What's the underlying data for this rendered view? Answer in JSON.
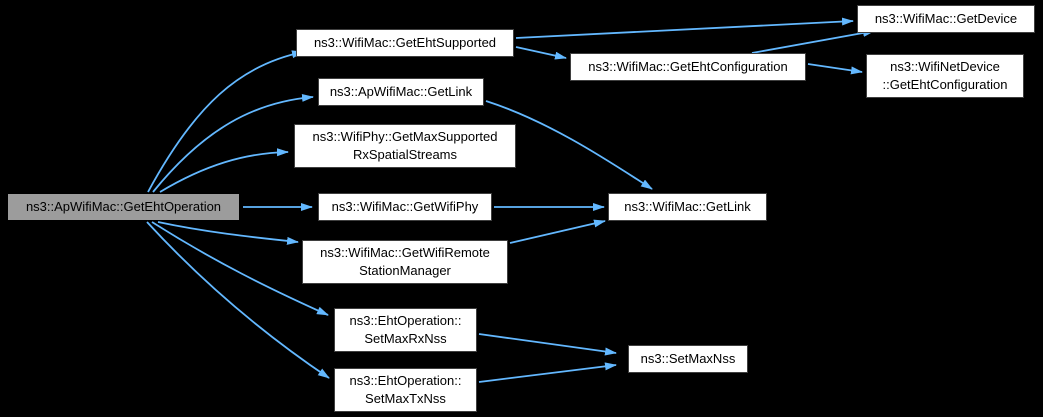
{
  "colors": {
    "background": "#000000",
    "edge": "#63B8FF",
    "node_fill": "#FFFFFF",
    "node_border": "#3F3F3F",
    "main_node_fill": "#9C9C9C",
    "main_node_border": "#000000",
    "text": "#000000"
  },
  "graph": {
    "type": "call-graph",
    "root": "ns3::ApWifiMac::GetEhtOperation",
    "nodes": {
      "getEhtOperation": {
        "label": "ns3::ApWifiMac::GetEhtOperation"
      },
      "getEhtSupported": {
        "label": "ns3::WifiMac::GetEhtSupported"
      },
      "apGetLink": {
        "label": "ns3::ApWifiMac::GetLink"
      },
      "getMaxSupportedRxSpatialStreams": {
        "label": "ns3::WifiPhy::GetMaxSupported\nRxSpatialStreams"
      },
      "getWifiPhy": {
        "label": "ns3::WifiMac::GetWifiPhy"
      },
      "getWifiRemoteStationManager": {
        "label": "ns3::WifiMac::GetWifiRemote\nStationManager"
      },
      "setMaxRxNss": {
        "label": "ns3::EhtOperation::\nSetMaxRxNss"
      },
      "setMaxTxNss": {
        "label": "ns3::EhtOperation::\nSetMaxTxNss"
      },
      "getDevice": {
        "label": "ns3::WifiMac::GetDevice"
      },
      "getEhtConfiguration": {
        "label": "ns3::WifiMac::GetEhtConfiguration"
      },
      "netDeviceGetEhtConfiguration": {
        "label": "ns3::WifiNetDevice\n::GetEhtConfiguration"
      },
      "wifiMacGetLink": {
        "label": "ns3::WifiMac::GetLink"
      },
      "setMaxNss": {
        "label": "ns3::SetMaxNss"
      }
    },
    "edges": [
      {
        "from": "getEhtOperation",
        "to": "getEhtSupported"
      },
      {
        "from": "getEhtOperation",
        "to": "apGetLink"
      },
      {
        "from": "getEhtOperation",
        "to": "getMaxSupportedRxSpatialStreams"
      },
      {
        "from": "getEhtOperation",
        "to": "getWifiPhy"
      },
      {
        "from": "getEhtOperation",
        "to": "getWifiRemoteStationManager"
      },
      {
        "from": "getEhtOperation",
        "to": "setMaxRxNss"
      },
      {
        "from": "getEhtOperation",
        "to": "setMaxTxNss"
      },
      {
        "from": "getEhtSupported",
        "to": "getDevice"
      },
      {
        "from": "getEhtSupported",
        "to": "getEhtConfiguration"
      },
      {
        "from": "getEhtConfiguration",
        "to": "getDevice"
      },
      {
        "from": "getEhtConfiguration",
        "to": "netDeviceGetEhtConfiguration"
      },
      {
        "from": "apGetLink",
        "to": "wifiMacGetLink"
      },
      {
        "from": "getWifiPhy",
        "to": "wifiMacGetLink"
      },
      {
        "from": "getWifiRemoteStationManager",
        "to": "wifiMacGetLink"
      },
      {
        "from": "setMaxRxNss",
        "to": "setMaxNss"
      },
      {
        "from": "setMaxTxNss",
        "to": "setMaxNss"
      }
    ]
  }
}
